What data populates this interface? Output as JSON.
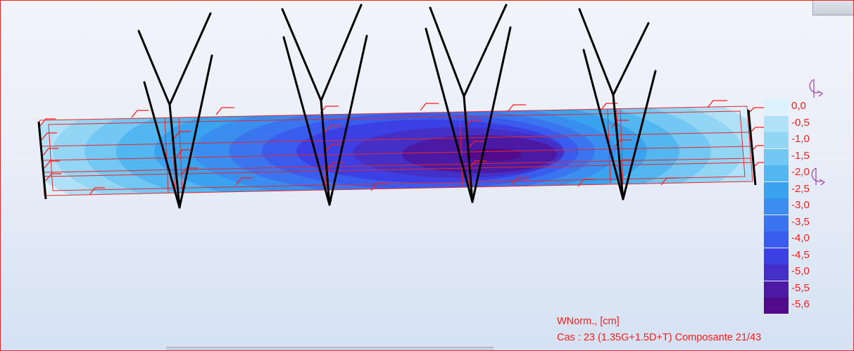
{
  "legend": {
    "labels": [
      "0,0",
      "-0,5",
      "-1,0",
      "-1,5",
      "-2,0",
      "-2,5",
      "-3,0",
      "-3,5",
      "-4,0",
      "-4,5",
      "-5,0",
      "-5,5",
      "-5,6"
    ],
    "colors": [
      "#dcf3fd",
      "#b0e1f8",
      "#93d5f5",
      "#73c7f3",
      "#52b6f1",
      "#3aa3ef",
      "#3a8ef0",
      "#3a75ef",
      "#3a5cee",
      "#3c40e4",
      "#4430c6",
      "#4a1aa4",
      "#520a8a"
    ]
  },
  "caption": {
    "line1": "WNorm., [cm]",
    "line2": "Cas : 23 (1.35G+1.5D+T) Composante 21/43"
  },
  "icons": [
    "rotation-axis-icon",
    "rotation-axis-icon"
  ],
  "colors": {
    "frame": "#e8262a",
    "text": "#ff1a1a",
    "support": "#000000",
    "mesh": "#e8262a"
  }
}
